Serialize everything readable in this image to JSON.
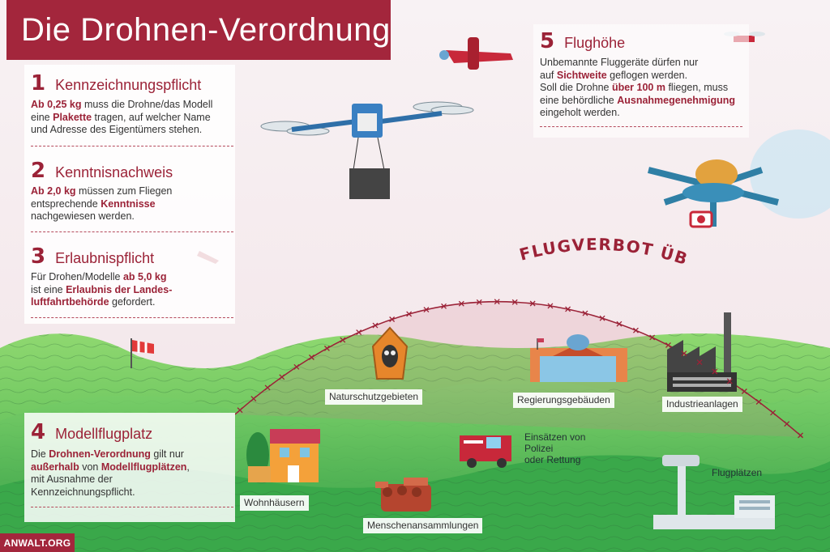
{
  "title": "Die Drohnen-Verordnung",
  "sections": [
    {
      "num": "1",
      "title": "Kennzeichnungspflicht",
      "lines": [
        [
          {
            "t": "Ab 0,25 kg",
            "b": true
          },
          {
            "t": " muss die Drohne/das Modell"
          }
        ],
        [
          {
            "t": "eine "
          },
          {
            "t": "Plakette",
            "b": true
          },
          {
            "t": " tragen, auf welcher Name"
          }
        ],
        [
          {
            "t": "und Adresse des Eigentümers stehen."
          }
        ]
      ]
    },
    {
      "num": "2",
      "title": "Kenntnisnachweis",
      "lines": [
        [
          {
            "t": "Ab 2,0 kg",
            "b": true
          },
          {
            "t": " müssen zum Fliegen"
          }
        ],
        [
          {
            "t": "entsprechende "
          },
          {
            "t": "Kenntnisse",
            "b": true
          }
        ],
        [
          {
            "t": "nachgewiesen werden."
          }
        ]
      ]
    },
    {
      "num": "3",
      "title": "Erlaubnispflicht",
      "lines": [
        [
          {
            "t": "Für Drohen/Modelle "
          },
          {
            "t": "ab 5,0 kg",
            "b": true
          }
        ],
        [
          {
            "t": "ist eine "
          },
          {
            "t": "Erlaubnis der Landes-",
            "b": true
          }
        ],
        [
          {
            "t": "luftfahrtbehörde",
            "b": true
          },
          {
            "t": " gefordert."
          }
        ]
      ]
    },
    {
      "num": "4",
      "title": "Modellflugplatz",
      "lines": [
        [
          {
            "t": "Die "
          },
          {
            "t": "Drohnen-Verordnung",
            "b": true
          },
          {
            "t": " gilt nur"
          }
        ],
        [
          {
            "t": "außerhalb",
            "b": true
          },
          {
            "t": " von "
          },
          {
            "t": "Modellflugplätzen",
            "b": true
          },
          {
            "t": ","
          }
        ],
        [
          {
            "t": "mit Ausnahme der"
          }
        ],
        [
          {
            "t": "Kennzeichnungspflicht."
          }
        ]
      ]
    },
    {
      "num": "5",
      "title": "Flughöhe",
      "lines": [
        [
          {
            "t": "Unbemannte Fluggeräte dürfen nur"
          }
        ],
        [
          {
            "t": "auf "
          },
          {
            "t": "Sichtweite",
            "b": true
          },
          {
            "t": " geflogen werden."
          }
        ],
        [
          {
            "t": "Soll die Drohne "
          },
          {
            "t": "über 100 m",
            "b": true
          },
          {
            "t": " fliegen, muss"
          }
        ],
        [
          {
            "t": "eine behördliche "
          },
          {
            "t": "Ausnahmegenehmigung",
            "b": true
          }
        ],
        [
          {
            "t": "eingeholt werden."
          }
        ]
      ]
    }
  ],
  "flugverbot": "FLUGVERBOT ÜBER",
  "labels": {
    "naturschutz": "Naturschutzgebieten",
    "regierung": "Regierungsgebäuden",
    "industrie": "Industrieanlagen",
    "einsatz": [
      "Einsätzen von",
      "Polizei",
      "oder Rettung"
    ],
    "wohnhaeuser": "Wohnhäusern",
    "flugplaetze": "Flugplätzen",
    "menschen": "Menschenansammlungen"
  },
  "logo": "ANWALT.ORG",
  "colors": {
    "accent": "#9b2237",
    "title_bg": "#a3263c",
    "grass": "#5cc85a",
    "sky": "#f6eef0"
  }
}
